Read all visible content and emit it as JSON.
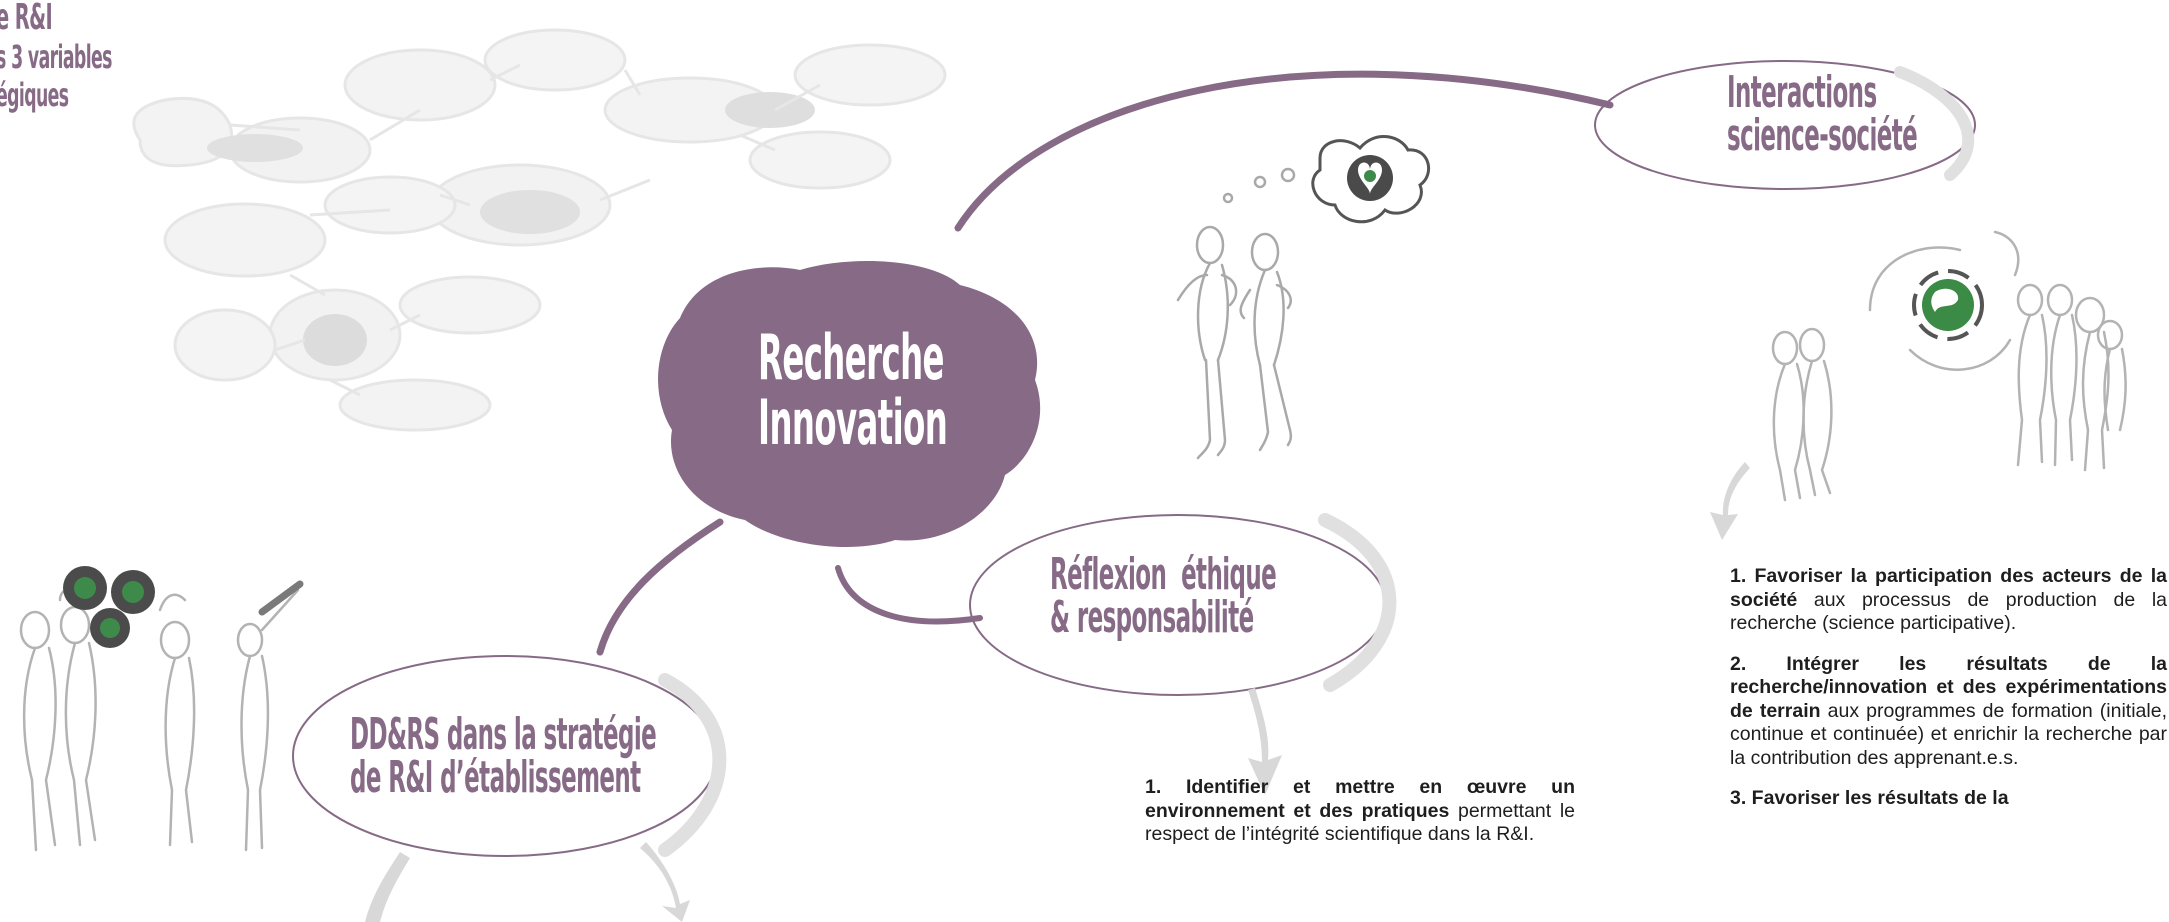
{
  "corner_heading": {
    "line1": "e R&I",
    "line2": "s 3 variables",
    "line3": "égiques"
  },
  "center_node": {
    "line1": "Recherche",
    "line2": "Innovation",
    "fill_color": "#866a86"
  },
  "branches": {
    "interactions": {
      "line1": "Interactions",
      "line2": "science-société"
    },
    "reflexion": {
      "line1": "Réflexion  éthique",
      "line2": "& responsabilité"
    },
    "ddrs": {
      "line1": "DD&RS dans la stratégie",
      "line2": "de R&I d’établissement"
    }
  },
  "reflexion_text": {
    "item1_bold": "1. Identifier et mettre en œuvre un environnement et des pratiques",
    "item1_rest": "permettant le respect de l’intégrité scientifique dans la R&I."
  },
  "interactions_text": {
    "item1_bold_a": "1. Favoriser la participation des",
    "item1_bold_b": "acteurs de la société",
    "item1_rest": "aux processus de production de la recherche (science participative).",
    "item2_bold": "2. Intégrer les résultats de la recherche/innovation et des expérimentations de terrain",
    "item2_rest": "aux programmes de formation (initiale, continue et continuée) et enrichir la recherche par la contribution des apprenant.e.s.",
    "item3_partial": "3. Favoriser les résultats de la"
  },
  "colors": {
    "accent": "#866a86",
    "faded_map": "#e6e6e6",
    "faded_map_dark": "#d3d3d3",
    "sketch": "#a9a9a9",
    "arrow": "#d8d8d8",
    "body_text": "#1e1e1e"
  },
  "icons": [
    "earth-heart-icon",
    "earth-cycle-icon",
    "gears-earth-icon",
    "telescope-icon"
  ]
}
